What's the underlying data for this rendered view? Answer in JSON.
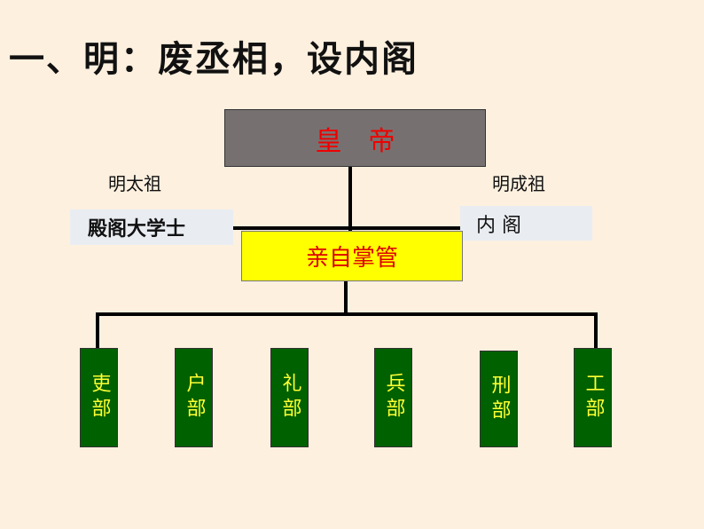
{
  "title": "一、明：废丞相，设内阁",
  "emperor": "皇帝",
  "self_manage": "亲自掌管",
  "left_ruler": "明太祖",
  "right_ruler": "明成祖",
  "left_office": "殿阁大学士",
  "right_office": "内 阁",
  "departments": [
    "吏部",
    "户部",
    "礼部",
    "兵部",
    "刑部",
    "工部"
  ]
}
